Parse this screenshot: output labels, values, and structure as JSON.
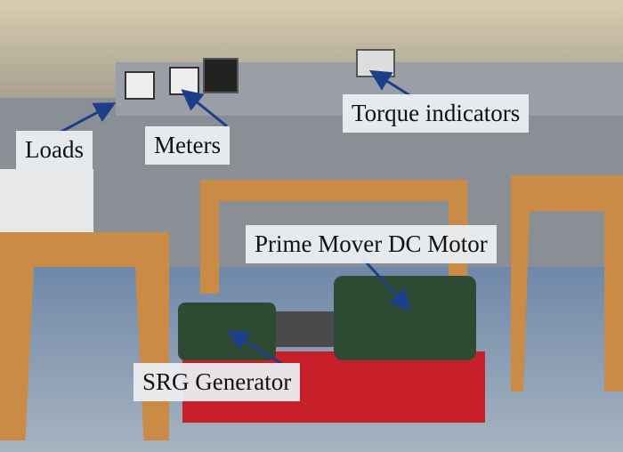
{
  "labels": {
    "loads": "Loads",
    "meters": "Meters",
    "torque": "Torque indicators",
    "prime_mover": "Prime Mover DC Motor",
    "srg": "SRG Generator"
  },
  "colors": {
    "arrow": "#1c3f8a",
    "bench": "#c98b45",
    "motor": "#2f4a32",
    "base": "#c8202a"
  }
}
